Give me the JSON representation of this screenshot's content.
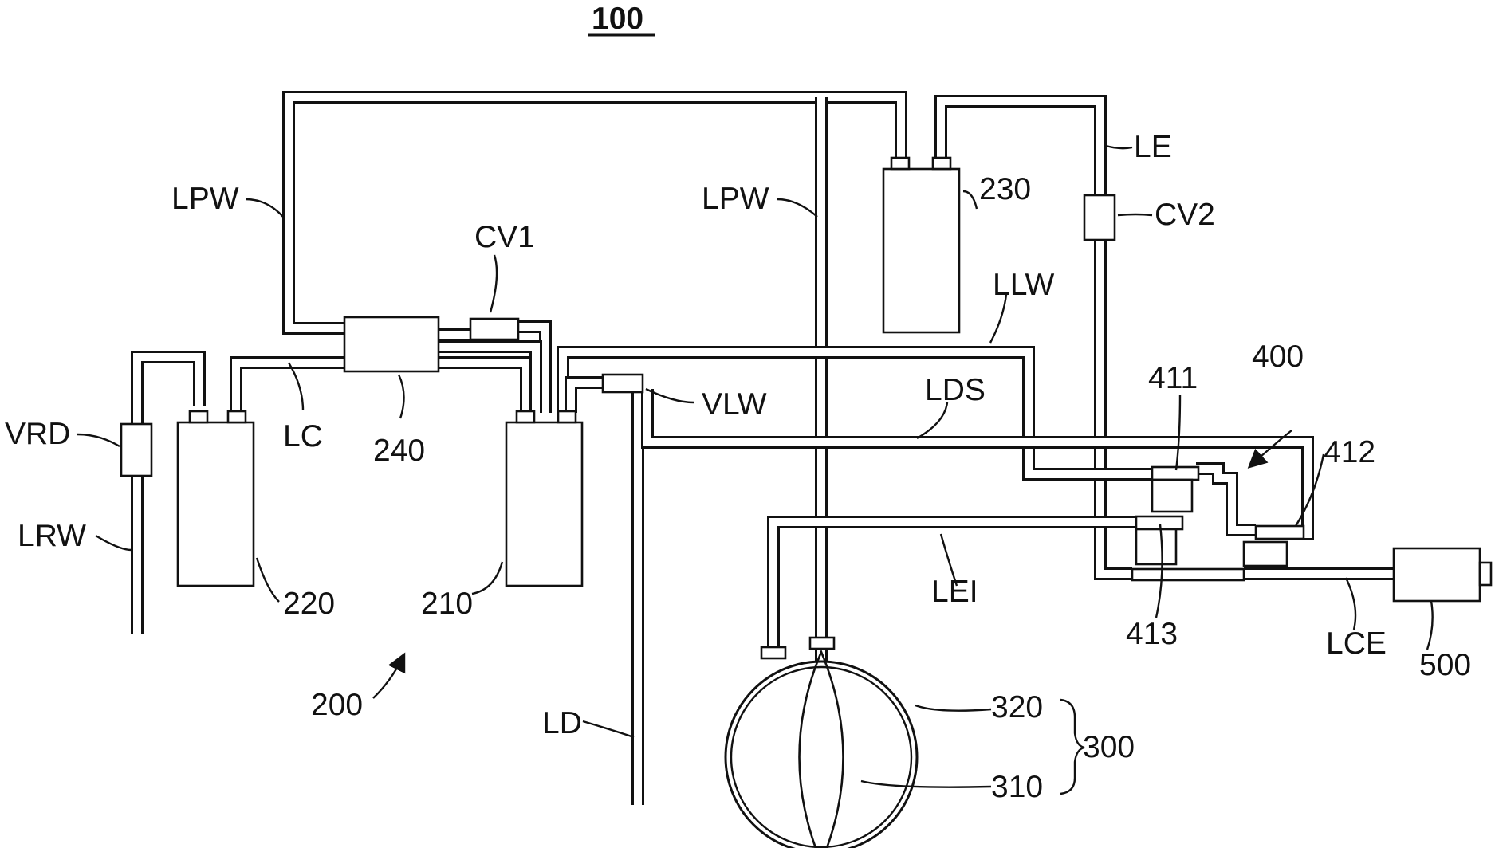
{
  "figure": {
    "title": "100",
    "labels": {
      "lpw_left": "LPW",
      "lpw_mid": "LPW",
      "le": "LE",
      "cv2": "CV2",
      "n230": "230",
      "cv1": "CV1",
      "llw": "LLW",
      "vrd": "VRD",
      "lc": "LC",
      "n240": "240",
      "vlw": "VLW",
      "lds": "LDS",
      "n411": "411",
      "n400": "400",
      "n412": "412",
      "lrw": "LRW",
      "n220": "220",
      "n210": "210",
      "lei": "LEI",
      "n413": "413",
      "lce": "LCE",
      "n500": "500",
      "n200": "200",
      "ld": "LD",
      "n320": "320",
      "n300": "300",
      "n310": "310"
    }
  }
}
